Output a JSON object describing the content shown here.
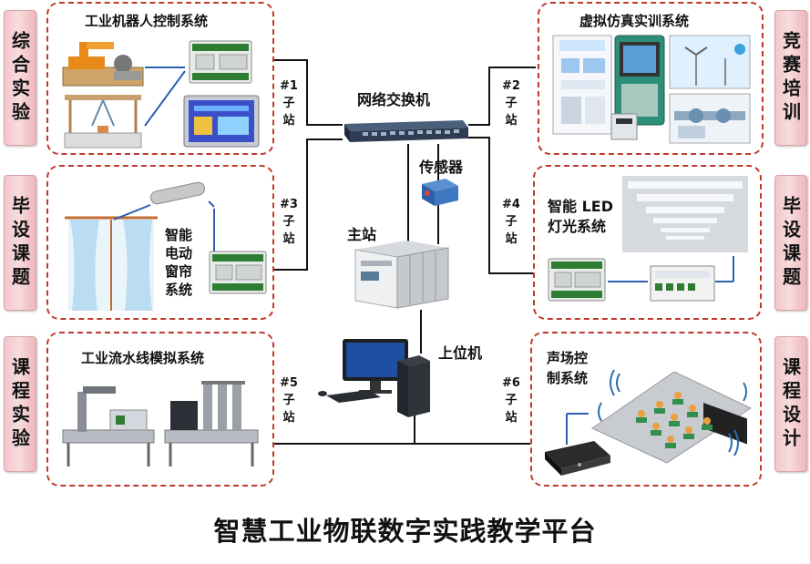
{
  "title": "智慧工业物联数字实践教学平台",
  "side_tabs": {
    "left": [
      "综合实验",
      "毕设课题",
      "课程实验"
    ],
    "right": [
      "竞赛培训",
      "毕设课题",
      "课程设计"
    ]
  },
  "systems": {
    "robot": "工业机器人控制系统",
    "curtain": [
      "智能",
      "电动",
      "窗帘",
      "系统"
    ],
    "assembly": "工业流水线模拟系统",
    "virtual": "虚拟仿真实训系统",
    "led": [
      "智能 LED",
      "灯光系统"
    ],
    "sound": [
      "声场控",
      "制系统"
    ]
  },
  "center": {
    "switch": "网络交换机",
    "sensor": "传感器",
    "master": "主站",
    "host": "上位机"
  },
  "stations": [
    [
      "#1",
      "子",
      "站"
    ],
    [
      "#2",
      "子",
      "站"
    ],
    [
      "#3",
      "子",
      "站"
    ],
    [
      "#4",
      "子",
      "站"
    ],
    [
      "#5",
      "子",
      "站"
    ],
    [
      "#6",
      "子",
      "站"
    ]
  ]
}
